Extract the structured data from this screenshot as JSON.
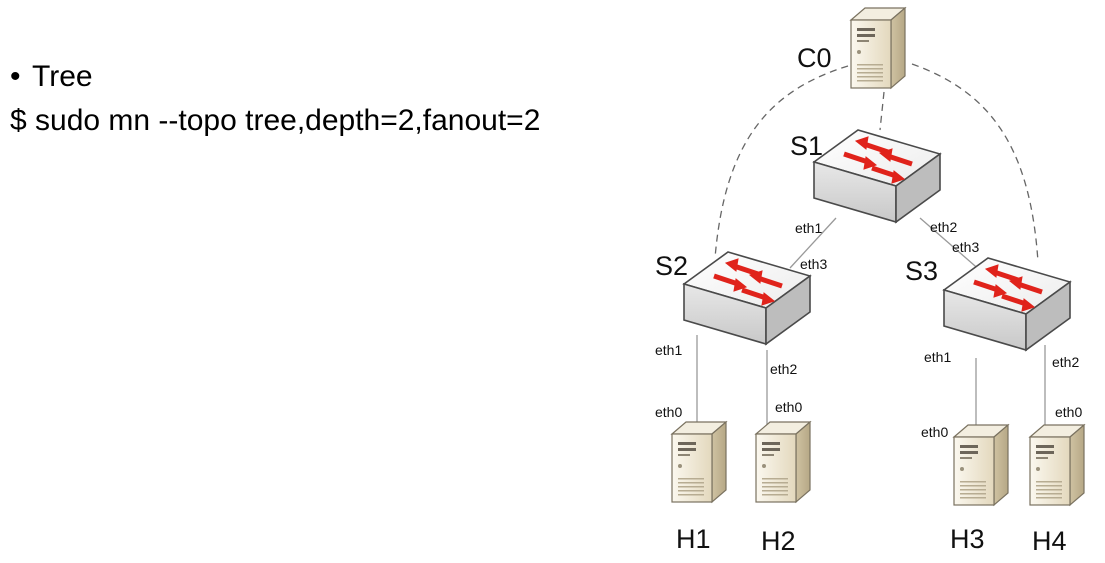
{
  "slide": {
    "bullet_symbol": "•",
    "bullet_text": "Tree",
    "command": "$ sudo mn --topo tree,depth=2,fanout=2"
  },
  "diagram": {
    "controller": {
      "label": "C0",
      "icon": "server-icon"
    },
    "switches": [
      {
        "label": "S1",
        "icon": "switch-icon"
      },
      {
        "label": "S2",
        "icon": "switch-icon"
      },
      {
        "label": "S3",
        "icon": "switch-icon"
      }
    ],
    "hosts": [
      {
        "label": "H1",
        "icon": "server-icon"
      },
      {
        "label": "H2",
        "icon": "server-icon"
      },
      {
        "label": "H3",
        "icon": "server-icon"
      },
      {
        "label": "H4",
        "icon": "server-icon"
      }
    ],
    "ports": {
      "s1_eth1": "eth1",
      "s1_eth2": "eth2",
      "s2_eth3": "eth3",
      "s3_eth3": "eth3",
      "s2_eth1": "eth1",
      "s2_eth2": "eth2",
      "s3_eth1": "eth1",
      "s3_eth2": "eth2",
      "h1_eth0": "eth0",
      "h2_eth0": "eth0",
      "h3_eth0": "eth0",
      "h4_eth0": "eth0"
    },
    "colors": {
      "arrow": "#e0231b",
      "switch_body": "#d9d9d9",
      "server_body": "#e6dcc3",
      "link": "#888888"
    }
  }
}
